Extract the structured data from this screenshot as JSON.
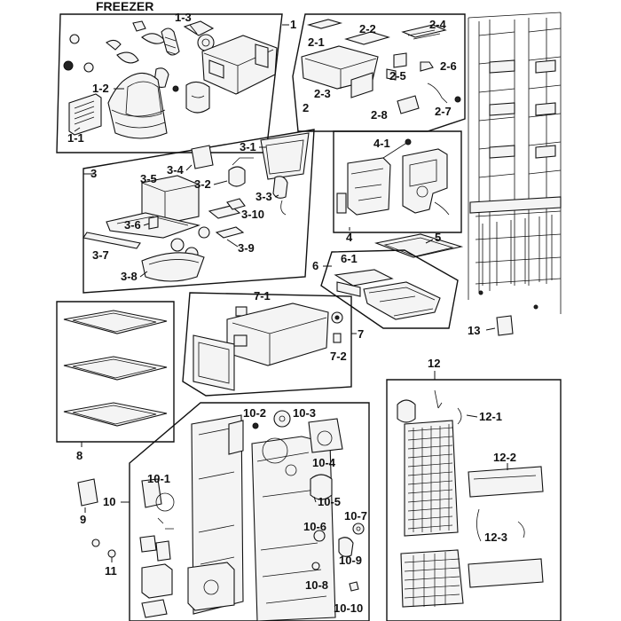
{
  "title": "FREEZER",
  "labels": {
    "g1": "1",
    "p1_1": "1-1",
    "p1_2": "1-2",
    "p1_3": "1-3",
    "g2": "2",
    "p2_1": "2-1",
    "p2_2": "2-2",
    "p2_3": "2-3",
    "p2_4": "2-4",
    "p2_5": "2-5",
    "p2_6": "2-6",
    "p2_7": "2-7",
    "p2_8": "2-8",
    "g3": "3",
    "p3_1": "3-1",
    "p3_2": "3-2",
    "p3_3": "3-3",
    "p3_4": "3-4",
    "p3_5": "3-5",
    "p3_6": "3-6",
    "p3_7": "3-7",
    "p3_8": "3-8",
    "p3_9": "3-9",
    "p3_10": "3-10",
    "g4": "4",
    "p4_1": "4-1",
    "g5": "5",
    "g6": "6",
    "p6_1": "6-1",
    "g7": "7",
    "p7_1": "7-1",
    "p7_2": "7-2",
    "g8": "8",
    "g9": "9",
    "g10": "10",
    "p10_1": "10-1",
    "p10_2": "10-2",
    "p10_3": "10-3",
    "p10_4": "10-4",
    "p10_5": "10-5",
    "p10_6": "10-6",
    "p10_7": "10-7",
    "p10_8": "10-8",
    "p10_9": "10-9",
    "p10_10": "10-10",
    "g11": "11",
    "g12": "12",
    "p12_1": "12-1",
    "p12_2": "12-2",
    "p12_3": "12-3",
    "g13": "13"
  }
}
